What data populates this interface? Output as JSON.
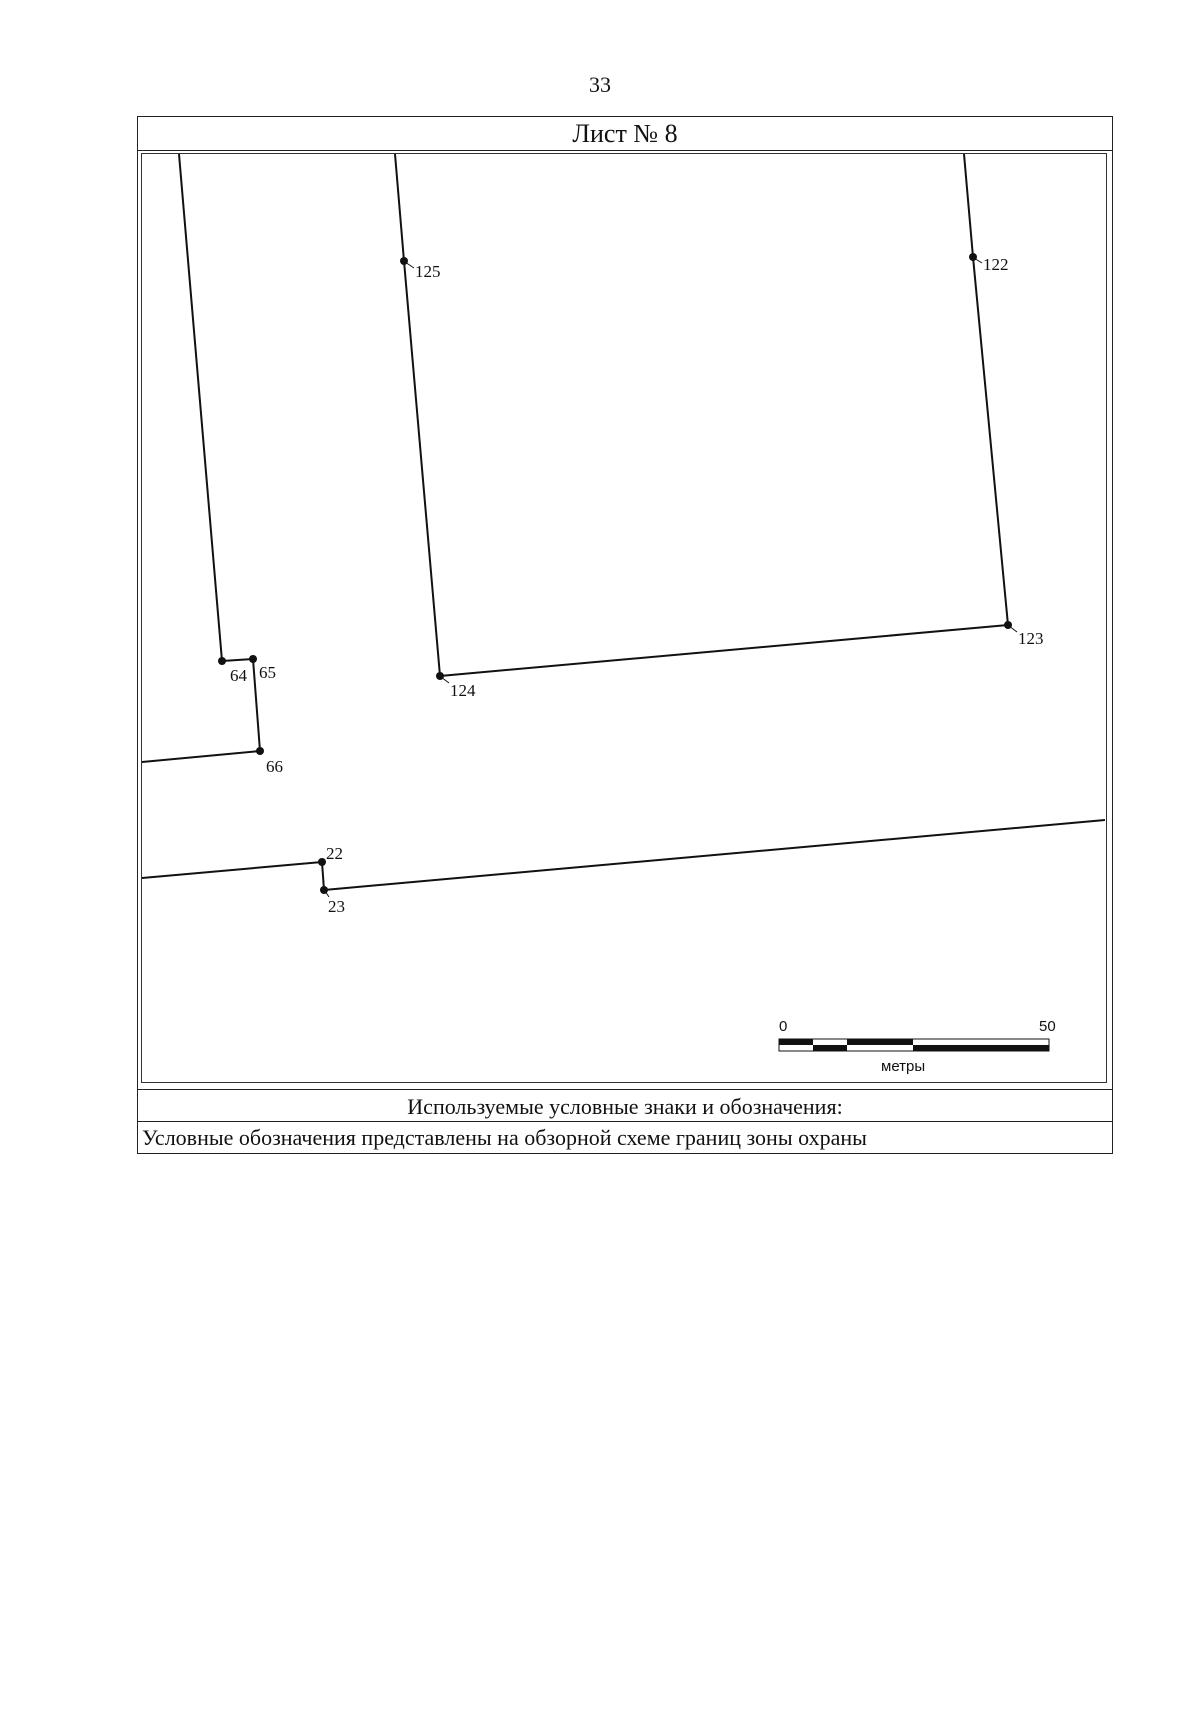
{
  "page_number": "33",
  "sheet_title": "Лист № 8",
  "points": [
    {
      "id": "125",
      "label": "125"
    },
    {
      "id": "122",
      "label": "122"
    },
    {
      "id": "123",
      "label": "123"
    },
    {
      "id": "124",
      "label": "124"
    },
    {
      "id": "64",
      "label": "64"
    },
    {
      "id": "65",
      "label": "65"
    },
    {
      "id": "66",
      "label": "66"
    },
    {
      "id": "22",
      "label": "22"
    },
    {
      "id": "23",
      "label": "23"
    }
  ],
  "scale_bar": {
    "start_label": "0",
    "end_label": "50",
    "unit_label": "метры"
  },
  "legend": {
    "heading": "Используемые условные знаки и обозначения:",
    "note": "Условные обозначения представлены на обзорной схеме границ зоны охраны"
  }
}
